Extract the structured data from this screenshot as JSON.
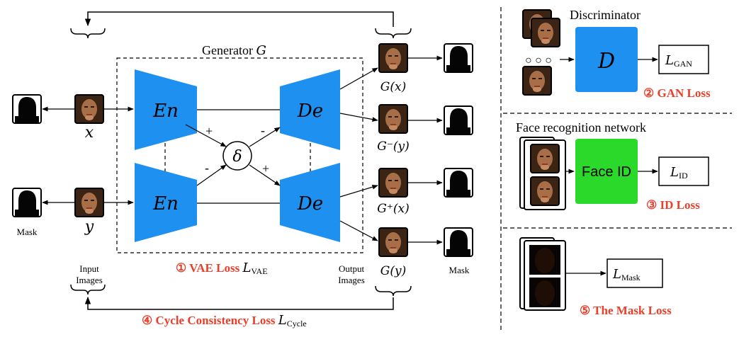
{
  "generator": {
    "title": "Generator",
    "title_symbol": "G",
    "encoder_label": "En",
    "decoder_label": "De",
    "delta": "δ",
    "plus": "+",
    "minus": "-"
  },
  "inputs": {
    "x_label": "x",
    "y_label": "y",
    "mask_label": "Mask",
    "group_label_line1": "Input",
    "group_label_line2": "Images"
  },
  "outputs": {
    "gx": "G(x)",
    "gmy": "G⁻(y)",
    "gpx": "G⁺(x)",
    "gy": "G(y)",
    "group_label_line1": "Output",
    "group_label_line2": "Images",
    "mask_label": "Mask"
  },
  "losses": {
    "vae_label": "① VAE Loss",
    "vae_symbol": "L",
    "vae_sub": "VAE",
    "cycle_label": "④ Cycle Consistency Loss",
    "cycle_symbol": "L",
    "cycle_sub": "Cycle",
    "gan_label": "② GAN Loss",
    "id_label": "③ ID Loss",
    "mask_label": "⑤ The Mask Loss"
  },
  "discriminator": {
    "title": "Discriminator",
    "box_label": "D",
    "dots": "○ ○ ○",
    "loss_symbol": "L",
    "loss_sub": "GAN"
  },
  "face_recognition": {
    "title": "Face recognition network",
    "box_label": "Face ID",
    "loss_symbol": "L",
    "loss_sub": "ID"
  },
  "mask_loss": {
    "loss_symbol": "L",
    "loss_sub": "Mask"
  },
  "colors": {
    "blue": "#1e90f0",
    "green": "#2bd92b",
    "red": "#e8402b",
    "face_skin": "#a86e48",
    "face_hair": "#3b2414",
    "mask_dark": "#050505"
  }
}
